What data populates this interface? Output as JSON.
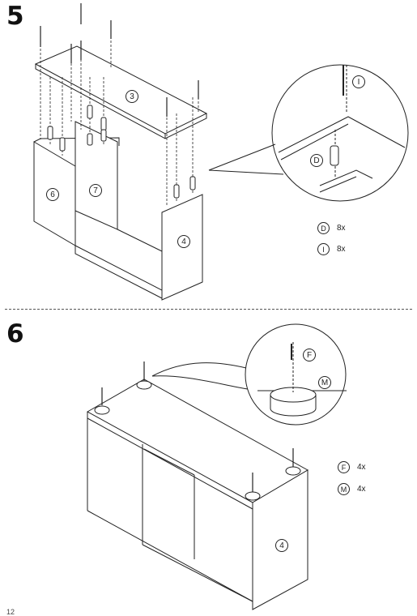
{
  "step5": {
    "number": "5",
    "panels": {
      "top": "3",
      "left_side": "6",
      "divider": "7",
      "right_side": "4"
    },
    "detail_labels": {
      "screw": "I",
      "dowel": "D"
    },
    "legend": [
      {
        "part": "D",
        "qty": "8x"
      },
      {
        "part": "I",
        "qty": "8x"
      }
    ]
  },
  "step6": {
    "number": "6",
    "panels": {
      "right_side": "4"
    },
    "detail_labels": {
      "screw": "F",
      "foot": "M"
    },
    "legend": [
      {
        "part": "F",
        "qty": "4x"
      },
      {
        "part": "M",
        "qty": "4x"
      }
    ]
  },
  "page_number": "12",
  "colors": {
    "line": "#222222",
    "divider": "#555555",
    "background": "#ffffff"
  }
}
